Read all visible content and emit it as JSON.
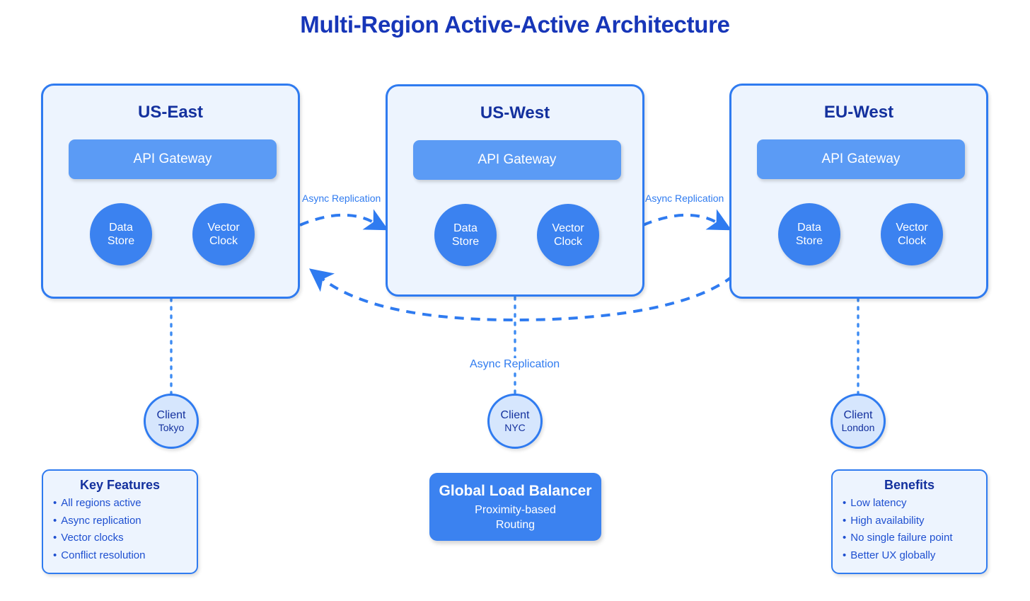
{
  "title": "Multi-Region Active-Active Architecture",
  "colors": {
    "title": "#1736b8",
    "region_border": "#2f7bf0",
    "region_fill": "#edf4fe",
    "gateway": "#5b9bf5",
    "node": "#3b82f0",
    "client_fill": "#d6e6fd",
    "load_balancer": "#3b82f0",
    "link": "#2f7bf0",
    "text_dark": "#14319e"
  },
  "regions": [
    {
      "name": "US-East",
      "gateway": "API Gateway",
      "nodes": [
        {
          "label": "Data\nStore",
          "line1": "Data",
          "line2": "Store"
        },
        {
          "label": "Vector\nClock",
          "line1": "Vector",
          "line2": "Clock"
        }
      ]
    },
    {
      "name": "US-West",
      "gateway": "API Gateway",
      "nodes": [
        {
          "label": "Data\nStore",
          "line1": "Data",
          "line2": "Store"
        },
        {
          "label": "Vector\nClock",
          "line1": "Vector",
          "line2": "Clock"
        }
      ]
    },
    {
      "name": "EU-West",
      "gateway": "API Gateway",
      "nodes": [
        {
          "label": "Data\nStore",
          "line1": "Data",
          "line2": "Store"
        },
        {
          "label": "Vector\nClock",
          "line1": "Vector",
          "line2": "Clock"
        }
      ]
    }
  ],
  "clients": [
    {
      "title": "Client",
      "location": "Tokyo"
    },
    {
      "title": "Client",
      "location": "NYC"
    },
    {
      "title": "Client",
      "location": "London"
    }
  ],
  "edges": {
    "label_east_west": "Async Replication",
    "label_west_eu": "Async Replication",
    "label_return": "Async Replication"
  },
  "key_features": {
    "heading": "Key Features",
    "items": [
      "All regions active",
      "Async replication",
      "Vector clocks",
      "Conflict resolution"
    ]
  },
  "benefits": {
    "heading": "Benefits",
    "items": [
      "Low latency",
      "High availability",
      "No single failure point",
      "Better UX globally"
    ]
  },
  "load_balancer": {
    "title": "Global Load Balancer",
    "subtitle_line1": "Proximity-based",
    "subtitle_line2": "Routing"
  }
}
